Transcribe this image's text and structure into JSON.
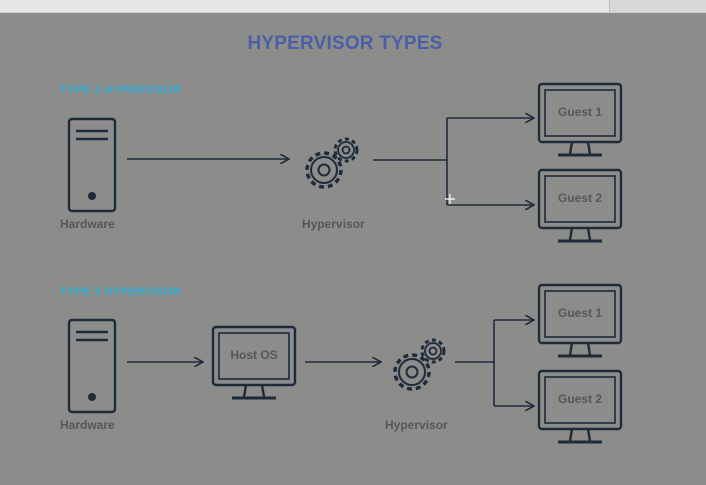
{
  "title": "HYPERVISOR TYPES",
  "type1": {
    "label": "TYPE 1 HYPERVISOR",
    "hardware_caption": "Hardware",
    "hypervisor_caption": "Hypervisor",
    "guests": [
      "Guest 1",
      "Guest 2"
    ]
  },
  "type2": {
    "label": "TYPE 2 HYPERVISOR",
    "hardware_caption": "Hardware",
    "host_os_label": "Host OS",
    "hypervisor_caption": "Hypervisor",
    "guests": [
      "Guest 1",
      "Guest 2"
    ]
  },
  "colors": {
    "background": "#8c8c8a",
    "title": "#4a5fa6",
    "section_label": "#2fb1d9",
    "icon_stroke": "#1e2b3a",
    "caption": "#575757"
  },
  "icons": [
    "server-tower-icon",
    "gears-icon",
    "monitor-icon",
    "arrow-icon"
  ]
}
